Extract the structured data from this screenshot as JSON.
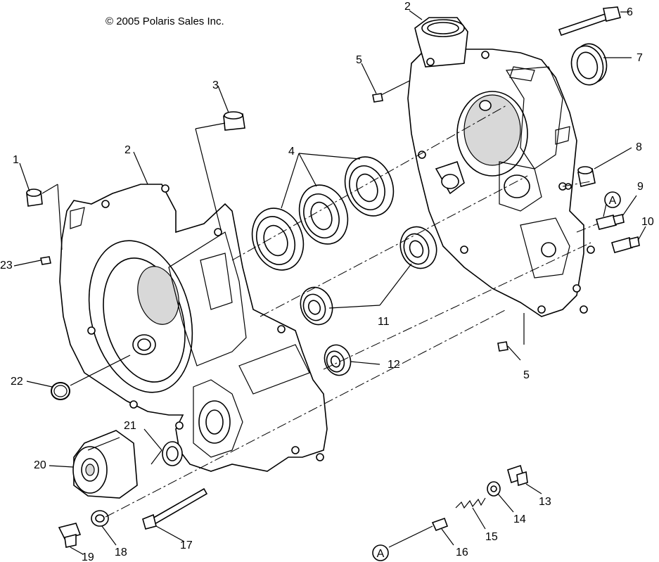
{
  "copyright": "© 2005 Polaris Sales Inc.",
  "reference_marker": "A",
  "callouts": {
    "c1": "1",
    "c2_left": "2",
    "c2_top": "2",
    "c3": "3",
    "c4": "4",
    "c5_top": "5",
    "c5_bottom": "5",
    "c6": "6",
    "c7": "7",
    "c8": "8",
    "c9": "9",
    "c10": "10",
    "c11": "11",
    "c12": "12",
    "c13": "13",
    "c14": "14",
    "c15": "15",
    "c16": "16",
    "c17": "17",
    "c18": "18",
    "c19": "19",
    "c20": "20",
    "c21": "21",
    "c22": "22",
    "c23": "23"
  }
}
